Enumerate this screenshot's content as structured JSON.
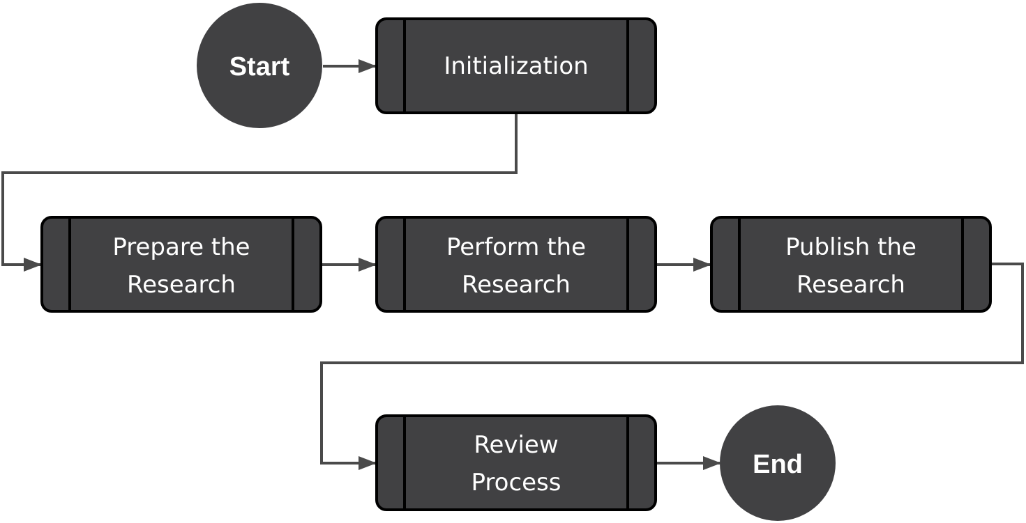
{
  "diagram": {
    "type": "process-flowchart",
    "nodes": {
      "start": {
        "label": "Start"
      },
      "initialization": {
        "label": "Initialization"
      },
      "prepare": {
        "line1": "Prepare the",
        "line2": "Research"
      },
      "perform": {
        "line1": "Perform the",
        "line2": "Research"
      },
      "publish": {
        "line1": "Publish the",
        "line2": "Research"
      },
      "review": {
        "line1": "Review",
        "line2": "Process"
      },
      "end": {
        "label": "End"
      }
    },
    "edges": [
      {
        "from": "Start",
        "to": "Initialization"
      },
      {
        "from": "Initialization",
        "to": "Prepare the Research"
      },
      {
        "from": "Prepare the Research",
        "to": "Perform the Research"
      },
      {
        "from": "Perform the Research",
        "to": "Publish the Research"
      },
      {
        "from": "Publish the Research",
        "to": "Review Process"
      },
      {
        "from": "Review Process",
        "to": "End"
      }
    ],
    "colors": {
      "node_fill": "#414143",
      "node_border": "#000000",
      "connector": "#4a4a4a",
      "text": "#ffffff",
      "background": "#ffffff"
    }
  }
}
